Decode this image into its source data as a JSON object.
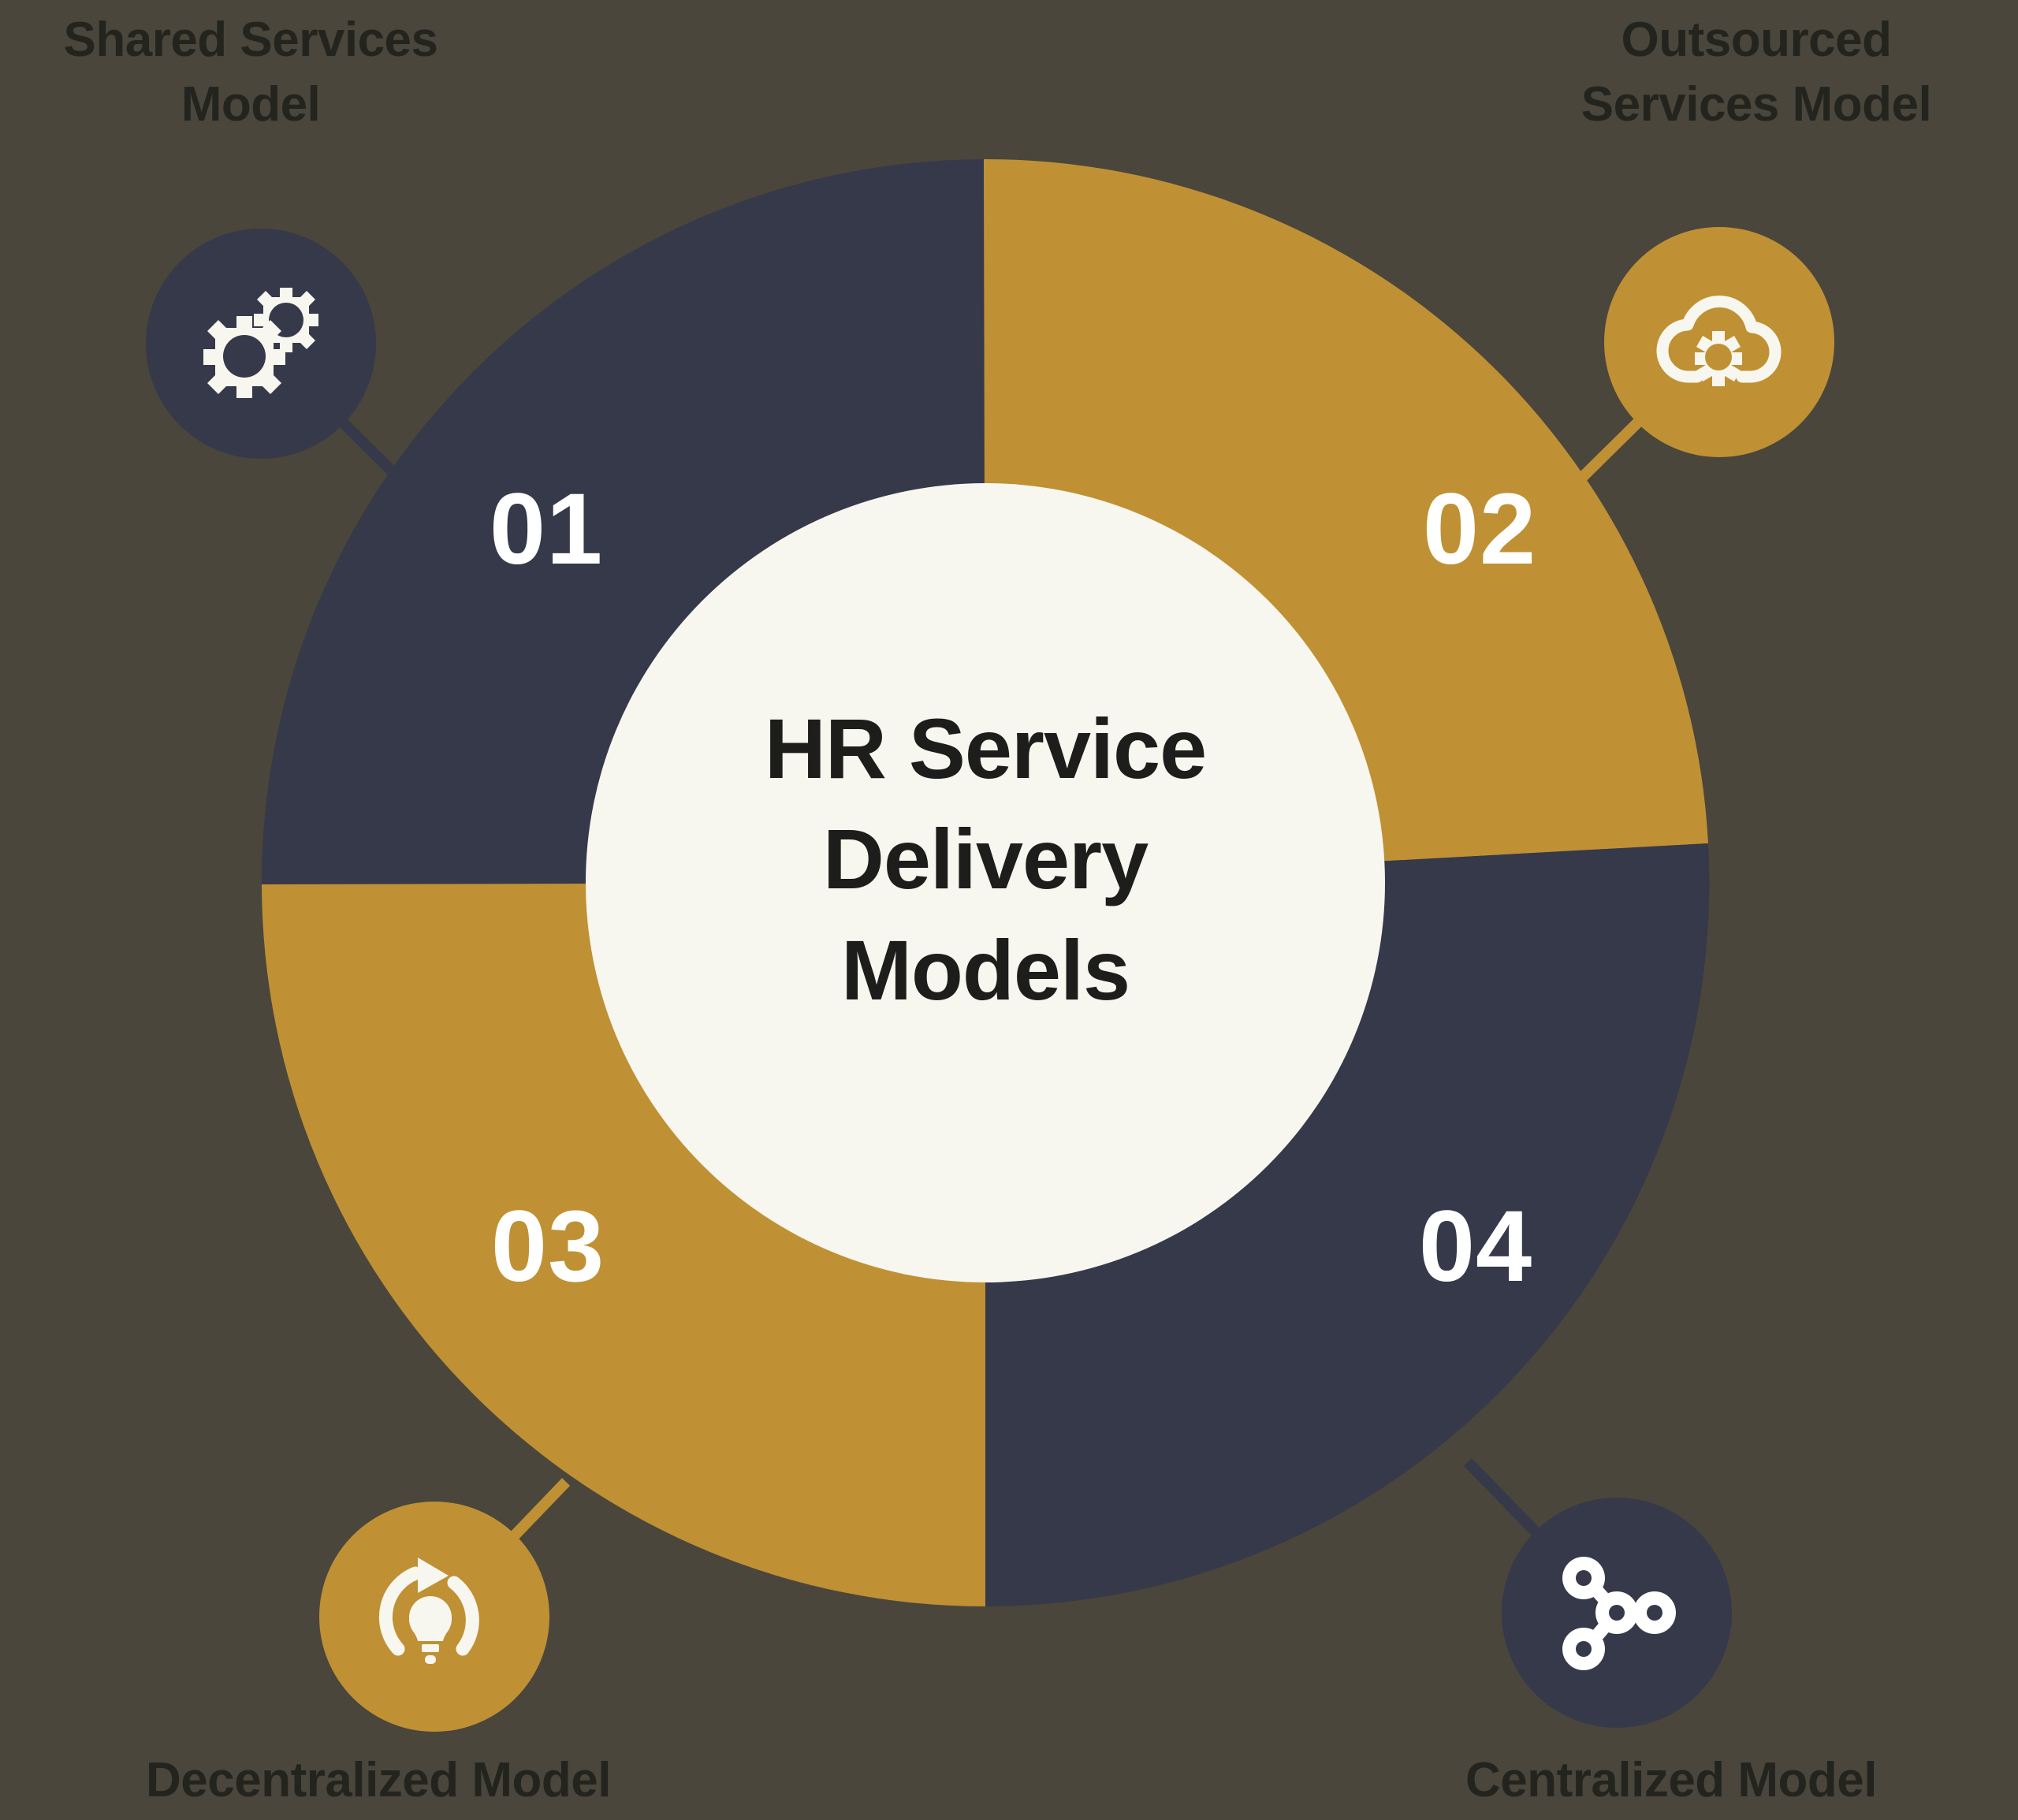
{
  "diagram": {
    "type": "donut-quadrant-infographic",
    "center_title": "HR Service\nDelivery\nModels",
    "background_color": "#4a463c",
    "palette": {
      "navy": "#353949",
      "gold": "#bf9134",
      "cream": "#f8f7ef",
      "text_dark": "#24241f",
      "text_light": "#ffffff"
    },
    "segments": [
      {
        "number": "01",
        "label": "Shared Services\nModel",
        "color": "#353949",
        "icon": "gears-icon",
        "icon_bubble_color": "#353949",
        "position": "top-left"
      },
      {
        "number": "02",
        "label": "Outsourced\nServices Model",
        "color": "#bf9134",
        "icon": "cloud-gear-icon",
        "icon_bubble_color": "#bf9134",
        "position": "top-right"
      },
      {
        "number": "03",
        "label": "Decentralized Model",
        "color": "#bf9134",
        "icon": "lightbulb-refresh-icon",
        "icon_bubble_color": "#bf9134",
        "position": "bottom-left"
      },
      {
        "number": "04",
        "label": "Centralized Model",
        "color": "#353949",
        "icon": "network-hub-icon",
        "icon_bubble_color": "#353949",
        "position": "bottom-right"
      }
    ]
  }
}
